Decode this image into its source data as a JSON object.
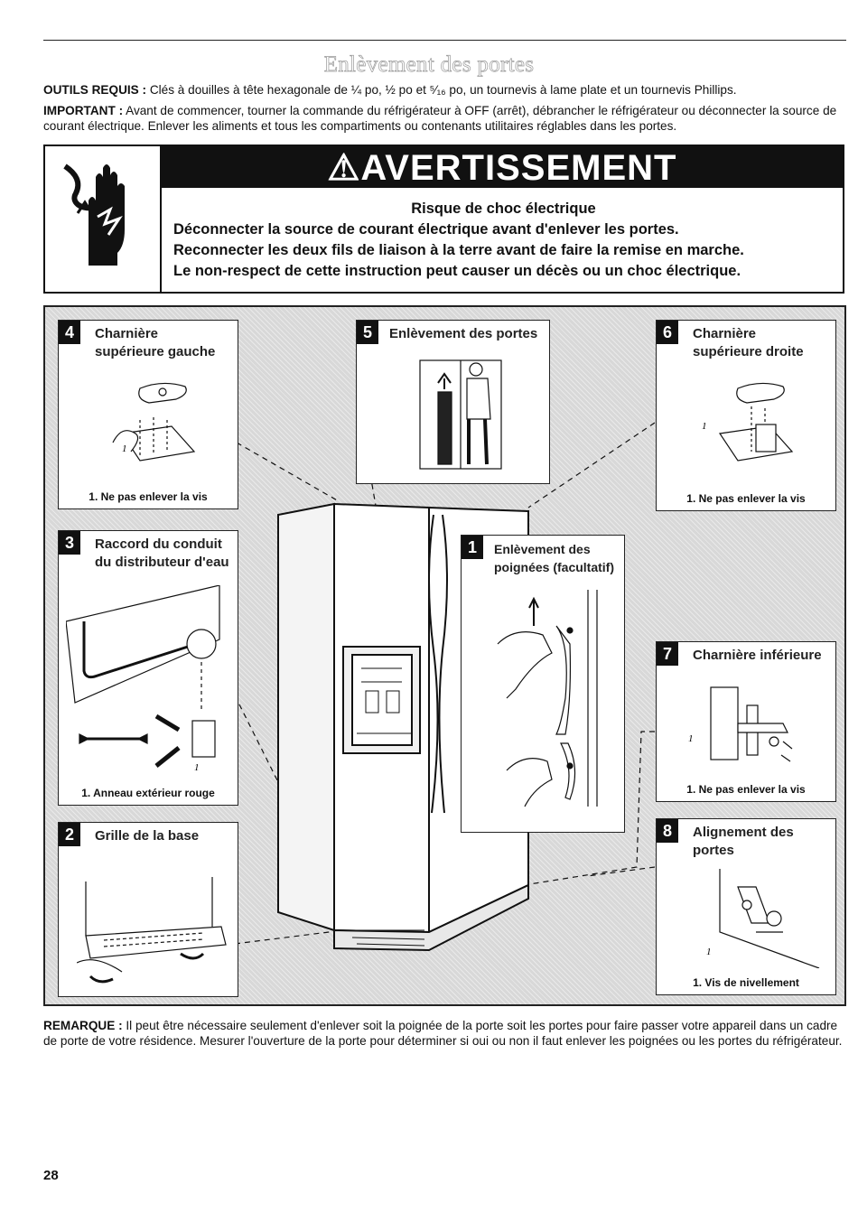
{
  "title": "Enlèvement des portes",
  "tools": {
    "label": "OUTILS REQUIS :",
    "text": " Clés à douilles à tête hexagonale de ¼ po, ½ po et ⁵⁄₁₆ po, un tournevis à lame plate et un tournevis Phillips."
  },
  "important": {
    "label": "IMPORTANT :",
    "text": " Avant de commencer, tourner la commande du réfrigérateur à OFF (arrêt), débrancher le réfrigérateur ou déconnecter la source de courant électrique. Enlever les aliments et tous les compartiments ou contenants utilitaires réglables dans les portes."
  },
  "warning": {
    "symbol": "⚠",
    "heading": "AVERTISSEMENT",
    "subheading": "Risque de choc électrique",
    "lines": [
      "Déconnecter la source de courant électrique avant d'enlever les portes.",
      "Reconnecter les deux fils de liaison à la terre avant de faire la remise en marche.",
      "Le non-respect de cette instruction peut causer un décès ou un choc électrique."
    ]
  },
  "panels": [
    {
      "number": "4",
      "title_lines": [
        "Charnière",
        "supérieure gauche"
      ],
      "caption": "1. Ne pas enlever la vis",
      "callout": "1"
    },
    {
      "number": "5",
      "title_lines": [
        "Enlèvement des portes"
      ]
    },
    {
      "number": "6",
      "title_lines": [
        "Charnière",
        "supérieure droite"
      ],
      "caption": "1. Ne pas enlever la vis",
      "callout": "1"
    },
    {
      "number": "3",
      "title_lines": [
        "Raccord du conduit",
        "du distributeur d'eau"
      ],
      "caption": "1. Anneau extérieur rouge",
      "callout": "1"
    },
    {
      "number": "1",
      "title_lines": [
        "Enlèvement des",
        "poignées (facultatif)"
      ]
    },
    {
      "number": "7",
      "title_lines": [
        "Charnière inférieure"
      ],
      "caption": "1. Ne pas enlever la vis",
      "callout": "1"
    },
    {
      "number": "2",
      "title_lines": [
        "Grille de la base"
      ]
    },
    {
      "number": "8",
      "title_lines": [
        "Alignement des",
        "portes"
      ],
      "caption": "1. Vis de nivellement",
      "callout": "1"
    }
  ],
  "remarque": {
    "label": "REMARQUE :",
    "text": " Il peut être nécessaire seulement d'enlever soit la poignée de la porte soit les portes pour faire passer votre appareil dans un cadre de porte de votre résidence. Mesurer l'ouverture de la porte pour déterminer si oui ou non il faut enlever les poignées ou les portes du réfrigérateur."
  },
  "page_number": "28"
}
